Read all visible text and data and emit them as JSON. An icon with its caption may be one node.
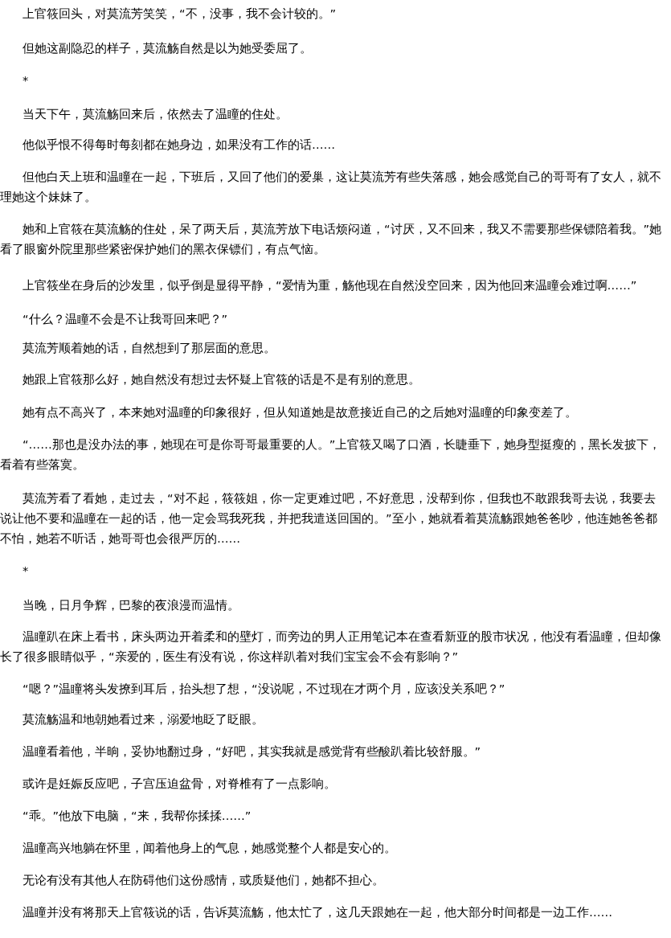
{
  "diagram": {
    "labels": [
      "上官筱回头，对莫流芳笑笑，“不，没事，我不会计较的。”",
      "但她这副隐忍的样子，莫流觞自然是以为她受委屈了。",
      "*",
      "当天下午，莫流觞回来后，依然去了温瞳的住处。",
      "他似乎恨不得每时每刻都在她身边，如果没有工作的话……",
      "但他白天上班和温瞳在一起，下班后，又回了他们的爱巢，这让莫流芳有些失落感，她会感觉自己的哥哥有了女人，就不理她这个妹妹了。",
      "她和上官筱在莫流觞的住处，呆了两天后，莫流芳放下电话烦闷道，“讨厌，又不回来，我又不需要那些保镖陪着我。”她看了眼窗外院里那些紧密保护她们的黑衣保镖们，有点气恼。",
      "上官筱坐在身后的沙发里，似乎倒是显得平静，“爱情为重，觞他现在自然没空回来，因为他回来温瞳会难过啊……”",
      "“什么？温瞳不会是不让我哥回来吧？”",
      "莫流芳顺着她的话，自然想到了那层面的意思。",
      "她跟上官筱那么好，她自然没有想过去怀疑上官筱的话是不是有别的意思。",
      "她有点不高兴了，本来她对温瞳的印象很好，但从知道她是故意接近自己的之后她对温瞳的印象变差了。",
      "“……那也是没办法的事，她现在可是你哥哥最重要的人。”上官筱又喝了口酒，长睫垂下，她身型挺瘦的，黑长发披下，看着有些落寞。",
      "莫流芳看了看她，走过去，“对不起，筱筱姐，你一定更难过吧，不好意思，没帮到你，但我也不敢跟我哥去说，我要去说让他不要和温瞳在一起的话，他一定会骂我死我，并把我遣送回国的。”至小，她就看着莫流觞跟她爸爸吵，他连她爸爸都不怕，她若不听话，她哥哥也会很严厉的……",
      "*",
      "当晚，日月争辉，巴黎的夜浪漫而温情。",
      "温瞳趴在床上看书，床头两边开着柔和的壁灯，而旁边的男人正用笔记本在查看新亚的股市状况，他没有看温瞳，但却像长了很多眼睛似乎，“亲爱的，医生有没有说，你这样趴着对我们宝宝会不会有影响？”",
      "“嗯？”温瞳将头发撩到耳后，抬头想了想，“没说呢，不过现在才两个月，应该没关系吧？”",
      "莫流觞温和地朝她看过来，溺爱地眨了眨眼。",
      "温瞳看着他，半晌，妥协地翻过身，“好吧，其实我就是感觉背有些酸趴着比较舒服。”",
      "或许是妊娠反应吧，子宫压迫盆骨，对脊椎有了一点影响。",
      "“乖。”他放下电脑，“来，我帮你揉揉……”",
      "温瞳高兴地躺在怀里，闻着他身上的气息，她感觉整个人都是安心的。",
      "无论有没有其他人在防碍他们这份感情，或质疑他们，她都不担心。",
      "温瞳并没有将那天上官筱说的话，告诉莫流觞，他太忙了，这几天跟她在一起，他大部分时间都是一边工作……"
    ]
  }
}
